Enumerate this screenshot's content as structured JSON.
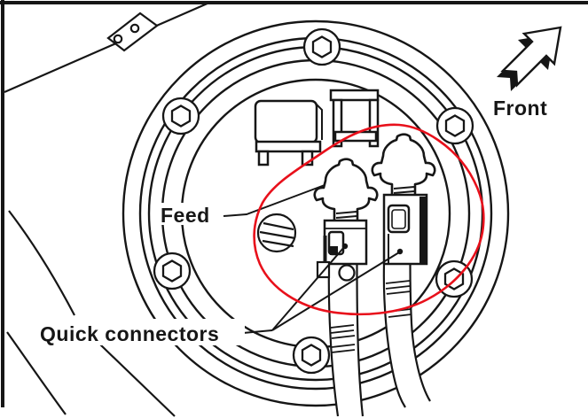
{
  "labels": {
    "feed": "Feed",
    "quick_connectors": "Quick connectors",
    "front": "Front"
  },
  "annotation": {
    "highlight_color": "#e8101b",
    "highlight_shape": "freehand-circle-around-quick-connectors"
  },
  "colors": {
    "ink": "#161616",
    "background": "#ffffff"
  },
  "icons": {
    "front_arrow": "northeast-block-arrow"
  }
}
